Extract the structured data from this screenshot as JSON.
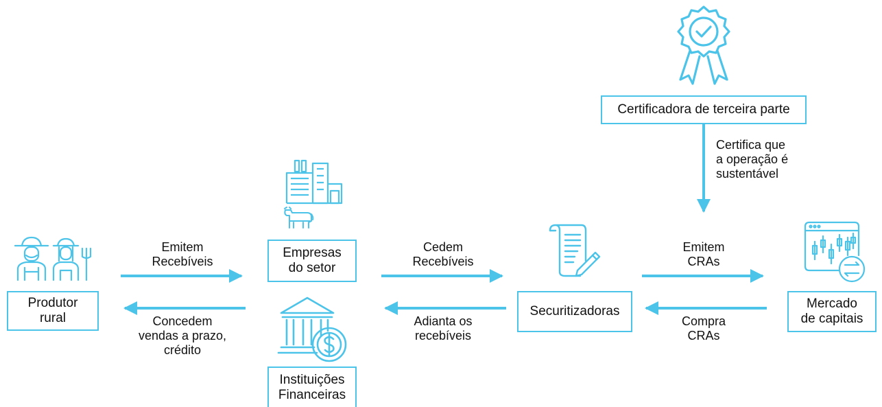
{
  "colors": {
    "accent": "#4cc3e8",
    "text": "#111111"
  },
  "nodes": {
    "produtor": "Produtor\nrural",
    "empresas": "Empresas\ndo setor",
    "instituicoes": "Instituições\nFinanceiras",
    "securitizadoras": "Securitizadoras",
    "mercado": "Mercado\nde capitais",
    "certificadora": "Certificadora de terceira parte"
  },
  "edges": {
    "emitem_recebiveis": "Emitem\nRecebíveis",
    "concedem": "Concedem\nvendas a prazo,\ncrédito",
    "cedem_recebiveis": "Cedem\nRecebíveis",
    "adianta": "Adianta os\nrecebíveis",
    "emitem_cras": "Emitem\nCRAs",
    "compra_cras": "Compra\nCRAs",
    "certifica": "Certifica que\na operação é\nsustentável"
  },
  "icons": {
    "farmers": "farmers-icon",
    "factory": "factory-icon",
    "cow": "cow-icon",
    "bank": "bank-icon",
    "document": "document-signing-icon",
    "market": "stock-market-icon",
    "certificate": "certificate-badge-icon"
  }
}
